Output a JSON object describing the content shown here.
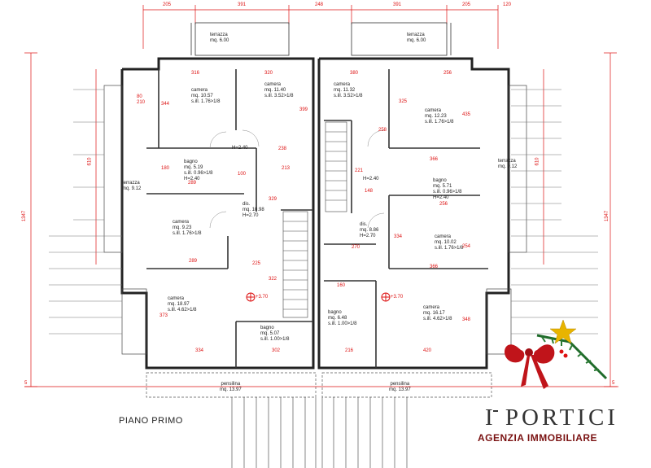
{
  "dimensions_top": [
    "205",
    "391",
    "248",
    "391",
    "205",
    "120"
  ],
  "dimensions_side": [
    "1347",
    "1347",
    "610",
    "610",
    "5",
    "5"
  ],
  "rooms": [
    {
      "id": "camera1",
      "label": "camera",
      "area": "mq. 10.57",
      "detail": "s.ill. 1.76>1/8"
    },
    {
      "id": "camera2",
      "label": "camera",
      "area": "mq. 11.40",
      "detail": "s.ill. 3.52>1/8"
    },
    {
      "id": "camera3",
      "label": "camera",
      "area": "mq. 11.32",
      "detail": "s.ill. 3.52>1/8"
    },
    {
      "id": "camera4",
      "label": "camera",
      "area": "mq. 12.23",
      "detail": "s.ill. 1.76>1/8"
    },
    {
      "id": "bagno1",
      "label": "bagno",
      "area": "mq. 5.19",
      "detail": "s.ill. 0.96>1/8",
      "height": "H=2.40"
    },
    {
      "id": "bagno2",
      "label": "bagno",
      "area": "mq. 5.71",
      "detail": "s.ill. 0.96>1/8",
      "height": "H=2.40"
    },
    {
      "id": "dis1",
      "label": "dis.",
      "area": "mq. 10.98",
      "height": "H=2.70"
    },
    {
      "id": "dis2",
      "label": "dis.",
      "area": "mq. 8.86",
      "height": "H=2.70"
    },
    {
      "id": "camera5",
      "label": "camera",
      "area": "mq. 9.23",
      "detail": "s.ill. 1.76>1/8"
    },
    {
      "id": "camera6",
      "label": "camera",
      "area": "mq. 10.02",
      "detail": "s.ill. 1.76>1/8"
    },
    {
      "id": "camera7",
      "label": "camera",
      "area": "mq. 18.97",
      "detail": "s.ill. 4.62>1/8"
    },
    {
      "id": "camera8",
      "label": "camera",
      "area": "mq. 16.17",
      "detail": "s.ill. 4.62>1/8"
    },
    {
      "id": "bagno3",
      "label": "bagno",
      "area": "mq. 5.07",
      "detail": "s.ill. 1.00>1/8"
    },
    {
      "id": "bagno4",
      "label": "bagno",
      "area": "mq. 6.48",
      "detail": "s.ill. 1.00>1/8"
    },
    {
      "id": "terrazza1",
      "label": "terrazza",
      "area": "mq. 6.00"
    },
    {
      "id": "terrazza2",
      "label": "terrazza",
      "area": "mq. 6.00"
    },
    {
      "id": "terrazza3",
      "label": "terrazza",
      "area": "mq. 9.12"
    },
    {
      "id": "terrazza4",
      "label": "terrazza",
      "area": "mq. 9.12"
    },
    {
      "id": "pensilina1",
      "label": "pensilina",
      "area": "mq. 13.97"
    },
    {
      "id": "pensilina2",
      "label": "pensilina",
      "area": "mq. 13.97"
    }
  ],
  "heights": {
    "h240a": "H=2.40",
    "h240b": "H=2.40",
    "level1": "+3.70",
    "level2": "+3.70"
  },
  "red_dims": [
    "316",
    "320",
    "380",
    "256",
    "344",
    "399",
    "325",
    "435",
    "238",
    "213",
    "258",
    "366",
    "289",
    "329",
    "221",
    "148",
    "256",
    "270",
    "225",
    "334",
    "366",
    "254",
    "160",
    "289",
    "373",
    "322",
    "334",
    "302",
    "216",
    "420",
    "348",
    "80",
    "210",
    "100",
    "180"
  ],
  "sheet_title": "PIANO PRIMO",
  "logo": {
    "line1": "I PORTICI",
    "line2": "AGENZIA IMMOBILIARE"
  },
  "colors": {
    "wall": "#222222",
    "dimension": "#d11111",
    "logo_red": "#c0141a",
    "logo_green": "#1f6b2a",
    "star": "#e8b400"
  }
}
